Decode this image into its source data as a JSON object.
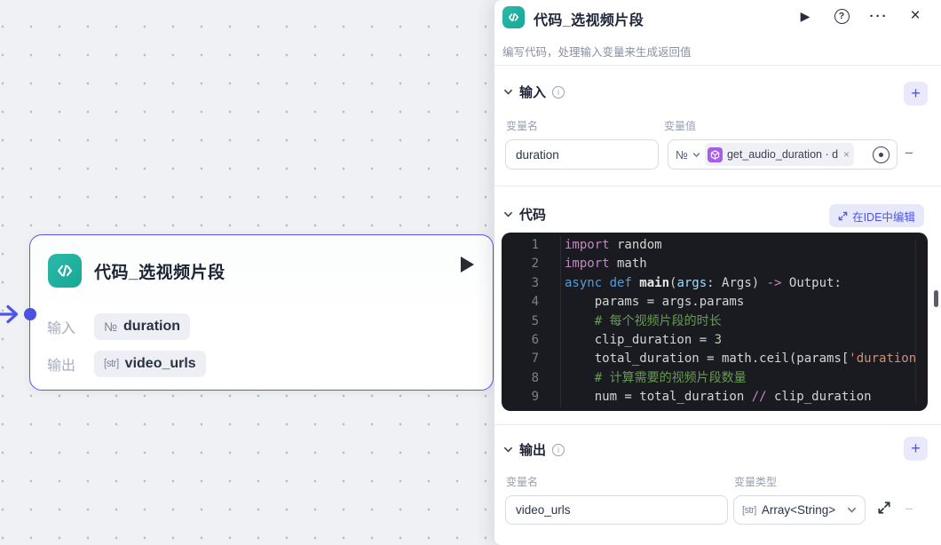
{
  "colors": {
    "accent_purple": "#4d53e8",
    "node_teal": "#1fb0a0",
    "selected_border": "#5a55ee",
    "ref_tag_purple": "#a55fe6",
    "editor_bg": "#191b20",
    "canvas_bg": "#f0f1f5"
  },
  "icons": {
    "code": "</>",
    "play": "▶",
    "help": "?",
    "more": "···",
    "close": "×",
    "plus": "+",
    "minus": "−",
    "info": "i",
    "numero": "№",
    "string_badge": "[str]",
    "tag_close": "×",
    "cube": "cube",
    "target": "circle-dot",
    "expand": "diagonal-arrows",
    "chevron_down": "v"
  },
  "canvas": {
    "node": {
      "title": "代码_选视频片段",
      "input_label": "输入",
      "output_label": "输出",
      "input_tag": {
        "type_badge": "№",
        "name": "duration"
      },
      "output_tag": {
        "type_badge": "[str]",
        "name": "video_urls"
      }
    }
  },
  "panel": {
    "header": {
      "title": "代码_选视频片段",
      "subtitle": "编写代码，处理输入变量来生成返回值"
    },
    "input_section": {
      "title": "输入",
      "col_name": "变量名",
      "col_value": "变量值",
      "rows": [
        {
          "name": "duration",
          "type_badge": "№",
          "ref_label": "get_audio_duration · d··"
        }
      ]
    },
    "code_section": {
      "title": "代码",
      "ide_button": "在IDE中编辑",
      "lines": [
        [
          [
            "kw",
            "import"
          ],
          [
            "pl",
            " random"
          ]
        ],
        [
          [
            "kw",
            "import"
          ],
          [
            "pl",
            " math"
          ]
        ],
        [
          [
            "kw2",
            "async "
          ],
          [
            "kw2",
            "def "
          ],
          [
            "fn",
            "main"
          ],
          [
            "pl",
            "("
          ],
          [
            "param",
            "args"
          ],
          [
            "pl",
            ": Args) "
          ],
          [
            "kw",
            "->"
          ],
          [
            "pl",
            " Output:"
          ]
        ],
        [
          [
            "pl",
            "    params = args.params"
          ]
        ],
        [
          [
            "cm",
            "    # 每个视频片段的时长"
          ]
        ],
        [
          [
            "pl",
            "    clip_duration = "
          ],
          [
            "num",
            "3"
          ]
        ],
        [
          [
            "pl",
            "    total_duration = math.ceil(params["
          ],
          [
            "str",
            "'duration"
          ]
        ],
        [
          [
            "cm",
            "    # 计算需要的视频片段数量"
          ]
        ],
        [
          [
            "pl",
            "    num = total_duration "
          ],
          [
            "kw",
            "//"
          ],
          [
            "pl",
            " clip_duration"
          ]
        ]
      ]
    },
    "output_section": {
      "title": "输出",
      "col_name": "变量名",
      "col_type": "变量类型",
      "rows": [
        {
          "name": "video_urls",
          "type_badge": "[str]",
          "type": "Array<String>"
        }
      ]
    }
  }
}
